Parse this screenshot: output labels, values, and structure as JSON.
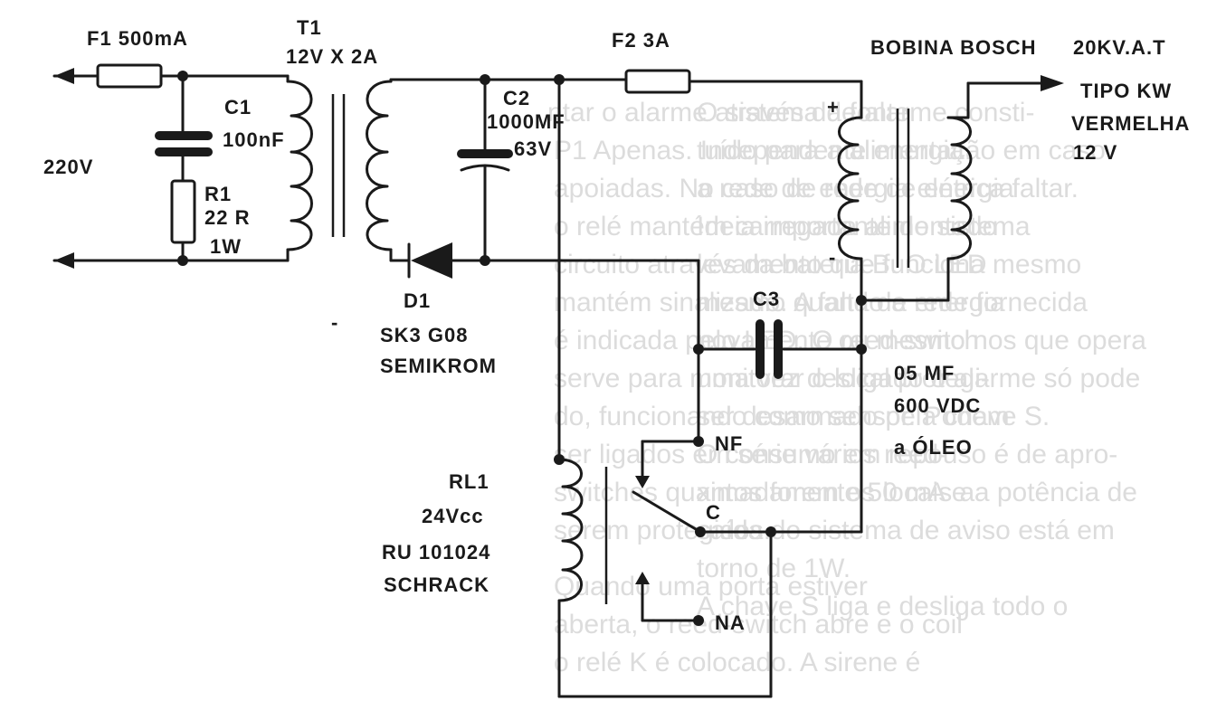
{
  "labels": {
    "f1": "F1 500mA",
    "t1": "T1",
    "t1_rating": "12V X 2A",
    "c1": "C1",
    "c1_value": "100nF",
    "mains": "220V",
    "r1": "R1",
    "r1_value": "22 R",
    "r1_power": "1W",
    "c2": "C2",
    "c2_value": "1000MF",
    "c2_voltage": "63V",
    "d1": "D1",
    "d1_part": "SK3 G08",
    "d1_maker": "SEMIKROM",
    "minus_left": "-",
    "f2": "F2 3A",
    "coil_name": "BOBINA BOSCH",
    "coil_rating": "20KV.A.T",
    "coil_type": "TIPO KW",
    "coil_color": "VERMELHA",
    "coil_voltage": "12 V",
    "coil_plus": "+",
    "coil_minus": "-",
    "c3": "C3",
    "c3_value": "05 MF",
    "c3_voltage": "600 VDC",
    "c3_type": "a ÓLEO",
    "rl1": "RL1",
    "rl1_voltage": "24Vcc",
    "rl1_part": "RU 101024",
    "rl1_maker": "SCHRACK",
    "contact_nf": "NF",
    "contact_c": "C",
    "contact_na": "NA"
  },
  "background_text": [
    "ntar o alarme através da fonte",
    "P1 Apenas. Independente energia.",
    "apoiadas. No caso de rede de energia",
    "o relé mantém carregada alimentado",
    "circuito através da bateria B. O LED",
    "mantém sinalizado. A falta de energia",
    "é indicada pelo LED. O reed-switch",
    "serve para monitorar o local protegi-",
    "do, funcionando como sensor. Podem",
    "ser ligados em série vários reed-",
    "switches quantos forem os locais a",
    "serem protegidos.",
    "Quando uma porta estiver",
    "aberta, o reed-switch abre e o coil",
    "o relé K é colocado. A sirene é",
    "O sistema de alarme consti-",
    "tuído para a alimentação em caso",
    "a rede de energia elétrica faltar.",
    "Ideia importante do sistema",
    "levamento que funciona mesmo",
    "mesmo quando a rede fornecida",
    "novamente ou mesmo nos que opera",
    "uma vez desligado o alarme só pode",
    "ser desarmado pela chave S.",
    "O consumo em repouso é de apro-",
    "ximadamente 50 mA e a potência de",
    "saída do sistema de aviso está em",
    "torno de 1W.",
    "A chave S liga e desliga todo o"
  ]
}
